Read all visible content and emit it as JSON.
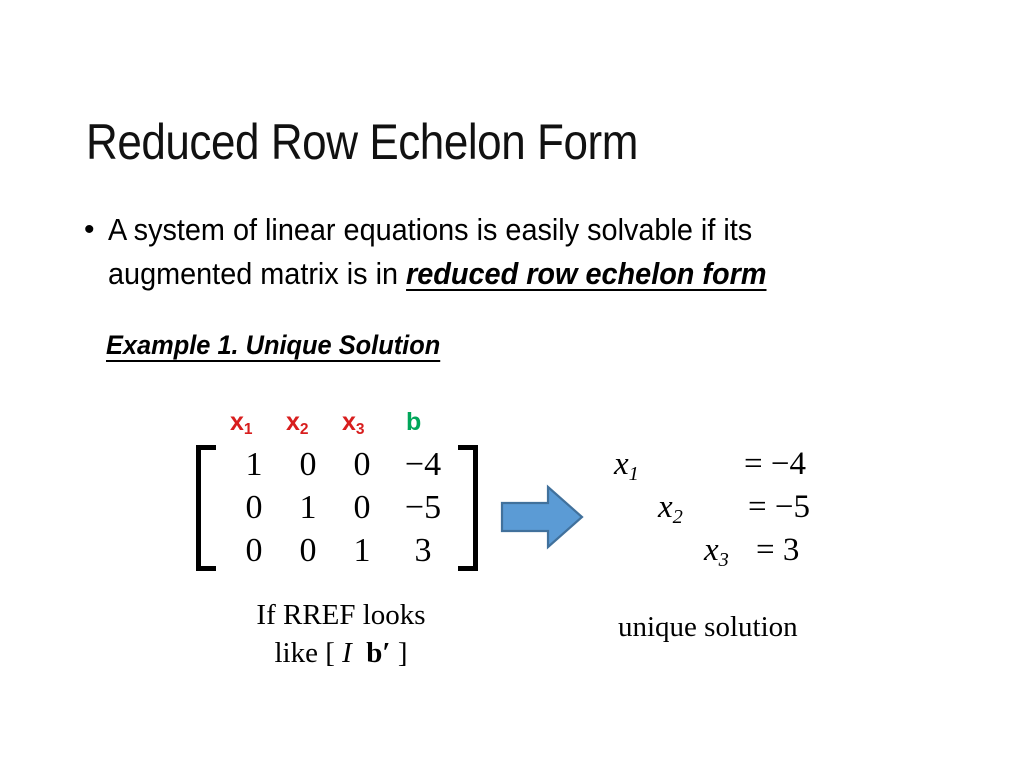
{
  "slide": {
    "title": "Reduced Row Echelon Form",
    "background_color": "#FFFFFF"
  },
  "bullet": {
    "marker": "•",
    "line1": "A system of linear equations is easily solvable if its",
    "line2_prefix": "augmented matrix is in ",
    "line2_emphasis": "reduced row echelon form"
  },
  "example": {
    "heading": "Example 1. Unique Solution"
  },
  "matrix": {
    "column_labels": [
      {
        "base": "x",
        "sub": "1",
        "color": "#D81E1E"
      },
      {
        "base": "x",
        "sub": "2",
        "color": "#D81E1E"
      },
      {
        "base": "x",
        "sub": "3",
        "color": "#D81E1E"
      },
      {
        "base": "b",
        "sub": "",
        "color": "#00A65A"
      }
    ],
    "rows": [
      [
        "1",
        "0",
        "0",
        "−4"
      ],
      [
        "0",
        "1",
        "0",
        "−5"
      ],
      [
        "0",
        "0",
        "1",
        "3"
      ]
    ],
    "caption_line1": "If RREF looks",
    "caption_like": "like [ ",
    "caption_I": "I",
    "caption_b": "b′",
    "caption_close": " ]"
  },
  "arrow": {
    "name": "right-arrow",
    "fill": "#5B9BD5",
    "stroke": "#41719C"
  },
  "solution": {
    "equations": [
      {
        "var_base": "x",
        "var_sub": "1",
        "rhs": "= −4"
      },
      {
        "var_base": "x",
        "var_sub": "2",
        "rhs": "= −5"
      },
      {
        "var_base": "x",
        "var_sub": "3",
        "rhs": "=  3"
      }
    ],
    "caption": "unique solution"
  }
}
